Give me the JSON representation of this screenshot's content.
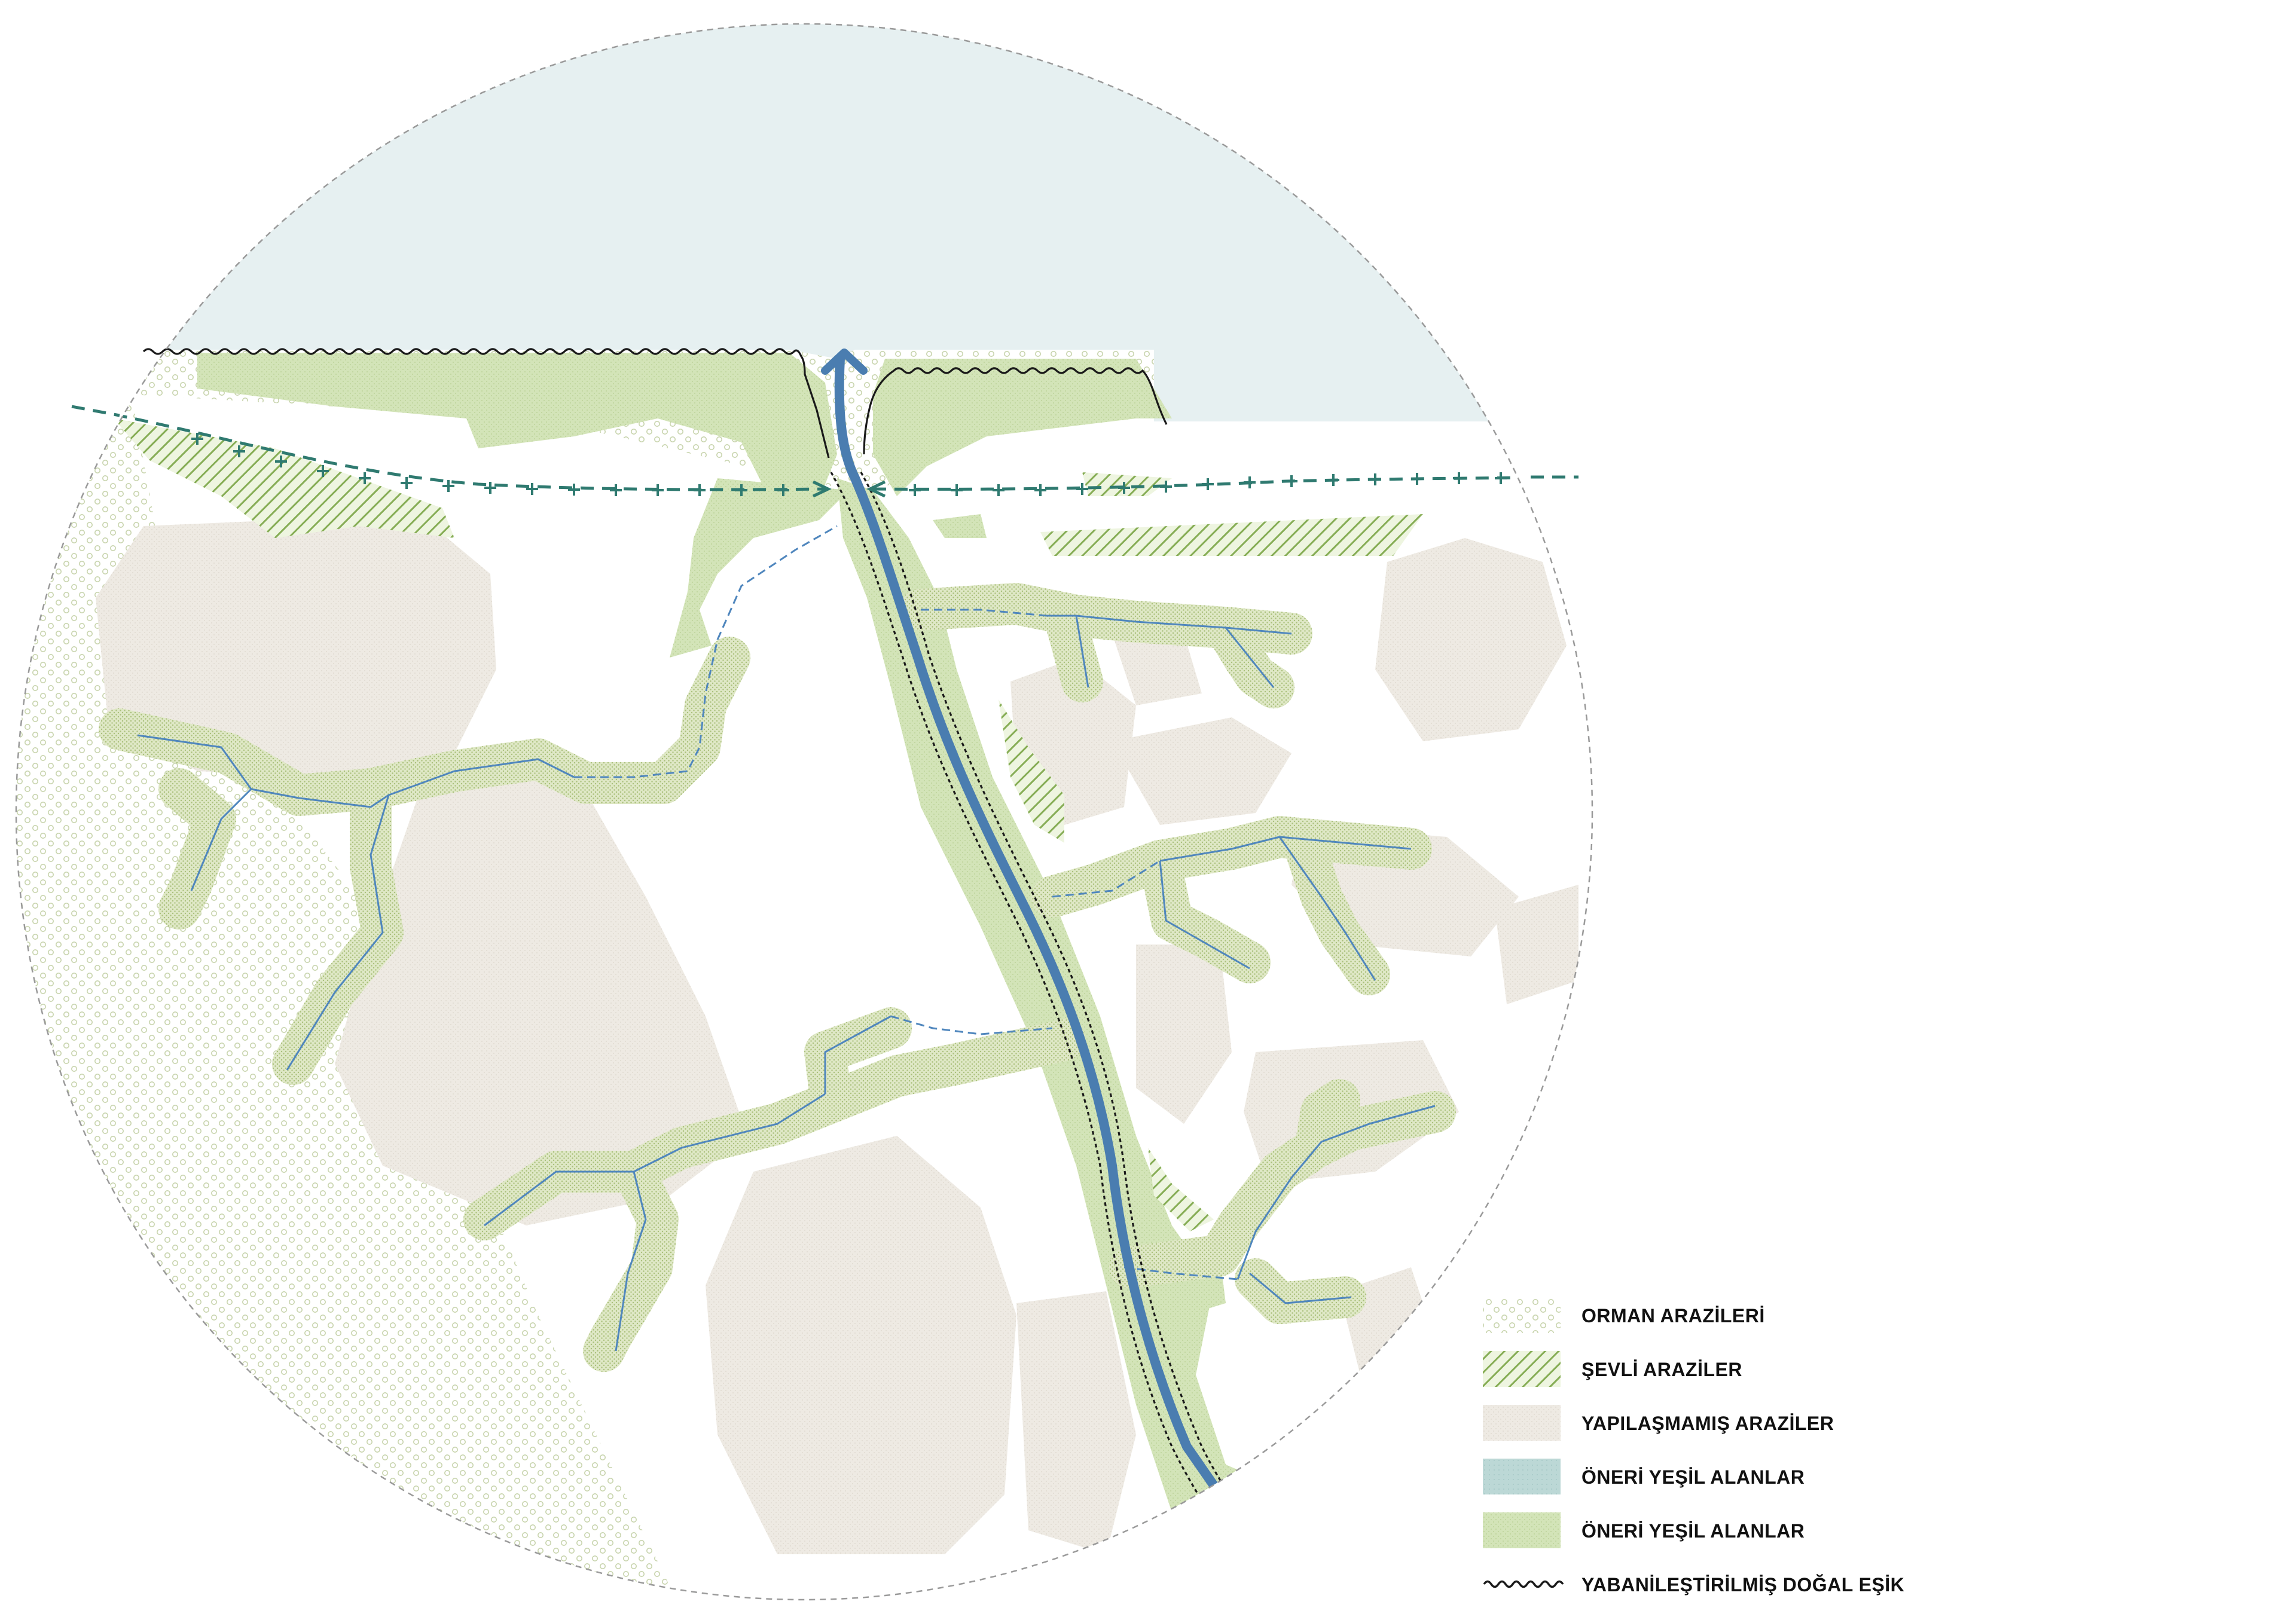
{
  "map": {
    "colors": {
      "sea": "#e6f0f1",
      "green_zone": "#cfe2b3",
      "undeveloped": "#ede9e2",
      "forest_dots": "#cfd9b8",
      "slope_hatch": "#8ab05a",
      "river": "#4a7db0",
      "stream": "#4f86bd",
      "threshold_line": "#2f7a70",
      "wild_edge": "#1a1a1a",
      "proposal_teal": "#b9d6d6"
    }
  },
  "legend": {
    "items": [
      {
        "label": "ORMAN ARAZİLERİ",
        "swatch": "forest-dots"
      },
      {
        "label": "ŞEVLİ ARAZİLER",
        "swatch": "slope-hatch"
      },
      {
        "label": "YAPILAŞMAMIŞ ARAZİLER",
        "swatch": "undeveloped-fill"
      },
      {
        "label": "ÖNERİ YEŞİL ALANLAR",
        "swatch": "teal-fill"
      },
      {
        "label": "ÖNERİ YEŞİL ALANLAR",
        "swatch": "green-fill"
      },
      {
        "label": "YABANİLEŞTİRİLMİŞ DOĞAL EŞİK",
        "swatch": "wavy-line"
      }
    ]
  }
}
